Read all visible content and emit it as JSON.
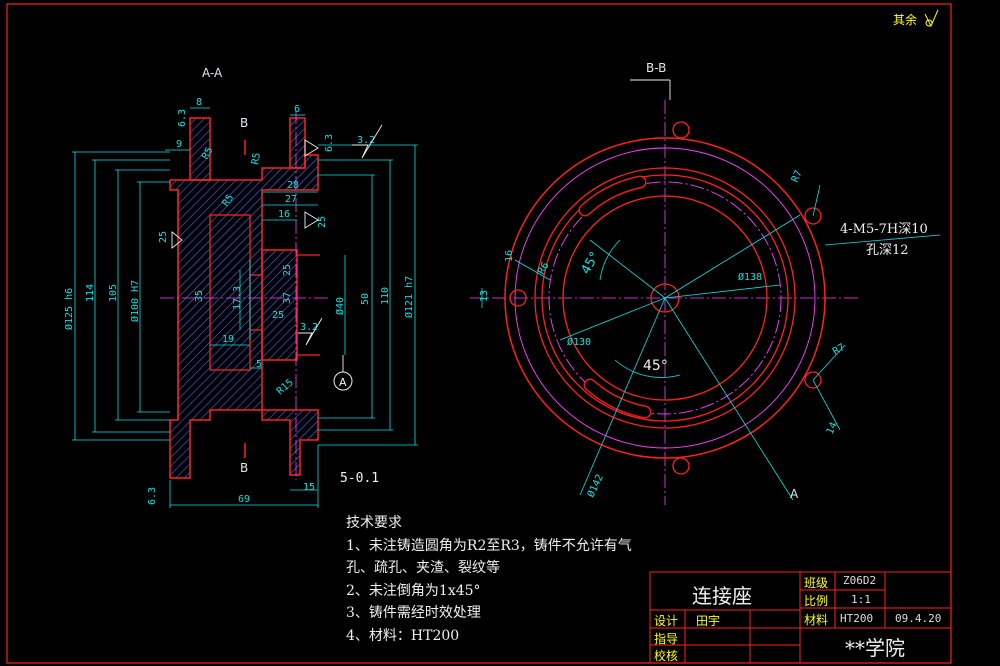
{
  "surface_finish_note": "其余",
  "views": {
    "section_aa": "A-A",
    "section_bb": "B-B",
    "cut_b_top": "B",
    "cut_b_bottom": "B",
    "cut_a": "A",
    "datum_a": "A"
  },
  "dimensions_aa": {
    "d8": "8",
    "d6": "6",
    "d9": "9",
    "r5a": "R5",
    "r5b": "R5",
    "d28": "28",
    "d27": "27",
    "d16": "16",
    "r5c": "R5",
    "d25a": "25",
    "d25b": "25",
    "d25c": "25",
    "d25d": "25",
    "d35": "35",
    "d17": "17.3",
    "d19": "19",
    "d37": "37",
    "d5": "5",
    "r15": "R15",
    "d69": "69",
    "d15": "15",
    "dia125": "Ø125 h6",
    "d114": "114",
    "d105": "105",
    "dia100": "Ø100 H7",
    "dia40": "Ø40",
    "d50": "50",
    "d110": "110",
    "dia121": "Ø121 h7",
    "rough32a": "3.2",
    "rough32b": "3.2",
    "rough63a": "6.3",
    "rough63b": "6.3",
    "rough63c": "6.3",
    "tol5": "5-0.1"
  },
  "dimensions_bb": {
    "r7a": "R7",
    "r7b": "R7",
    "r6": "R6",
    "d13": "13",
    "d16": "16",
    "d14": "14",
    "a45a": "45°",
    "a45b": "45°",
    "dia138": "Ø138",
    "dia130": "Ø130",
    "dia142": "Ø142",
    "thread1": "4-M5-7H深10",
    "thread2": "孔深12"
  },
  "notes": {
    "title": "技术要求",
    "line1": "1、未注铸造圆角为R2至R3，铸件不允许有气",
    "line2": "孔、疏孔、夹渣、裂纹等",
    "line3": "2、未注倒角为1x45°",
    "line4": "3、铸件需经时效处理",
    "line5": "4、材料：HT200"
  },
  "title_block": {
    "part_name": "连接座",
    "class_label": "班级",
    "class_value": "Z06D2",
    "scale_label": "比例",
    "scale_value": "1:1",
    "designer_label": "设计",
    "designer_value": "田宇",
    "material_label": "材料",
    "material_value": "HT200",
    "date": "09.4.20",
    "advisor_label": "指导",
    "checker_label": "校核",
    "school": "**学院"
  },
  "colors": {
    "background": "#000000",
    "outline": "#ff2020",
    "dimension": "#00e5e5",
    "hatch": "#4a6aff",
    "centerline": "#ff40ff",
    "text": "#ffff00"
  }
}
